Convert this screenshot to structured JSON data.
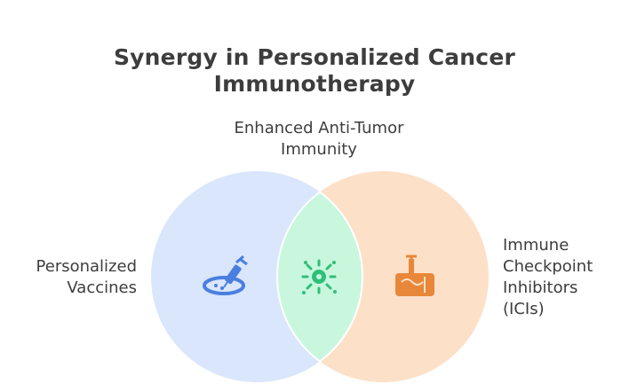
{
  "title": {
    "line1": "Synergy in Personalized Cancer",
    "line2": "Immunotherapy"
  },
  "labels": {
    "center": {
      "line1": "Enhanced Anti-Tumor",
      "line2": "Immunity"
    },
    "left": {
      "line1": "Personalized",
      "line2": "Vaccines"
    },
    "right": {
      "line1": "Immune",
      "line2": "Checkpoint",
      "line3": "Inhibitors",
      "line4": "(ICIs)"
    }
  },
  "colors": {
    "left_circle": "#dae6fb",
    "right_circle": "#fde0c8",
    "overlap": "#c8f7de",
    "left_icon": "#4a7fe0",
    "right_icon": "#e8873a",
    "center_icon": "#2fbf78"
  },
  "icons": {
    "left": "vaccine-syringe-icon",
    "center": "virus-immune-cell-icon",
    "right": "hand-injection-icon"
  }
}
